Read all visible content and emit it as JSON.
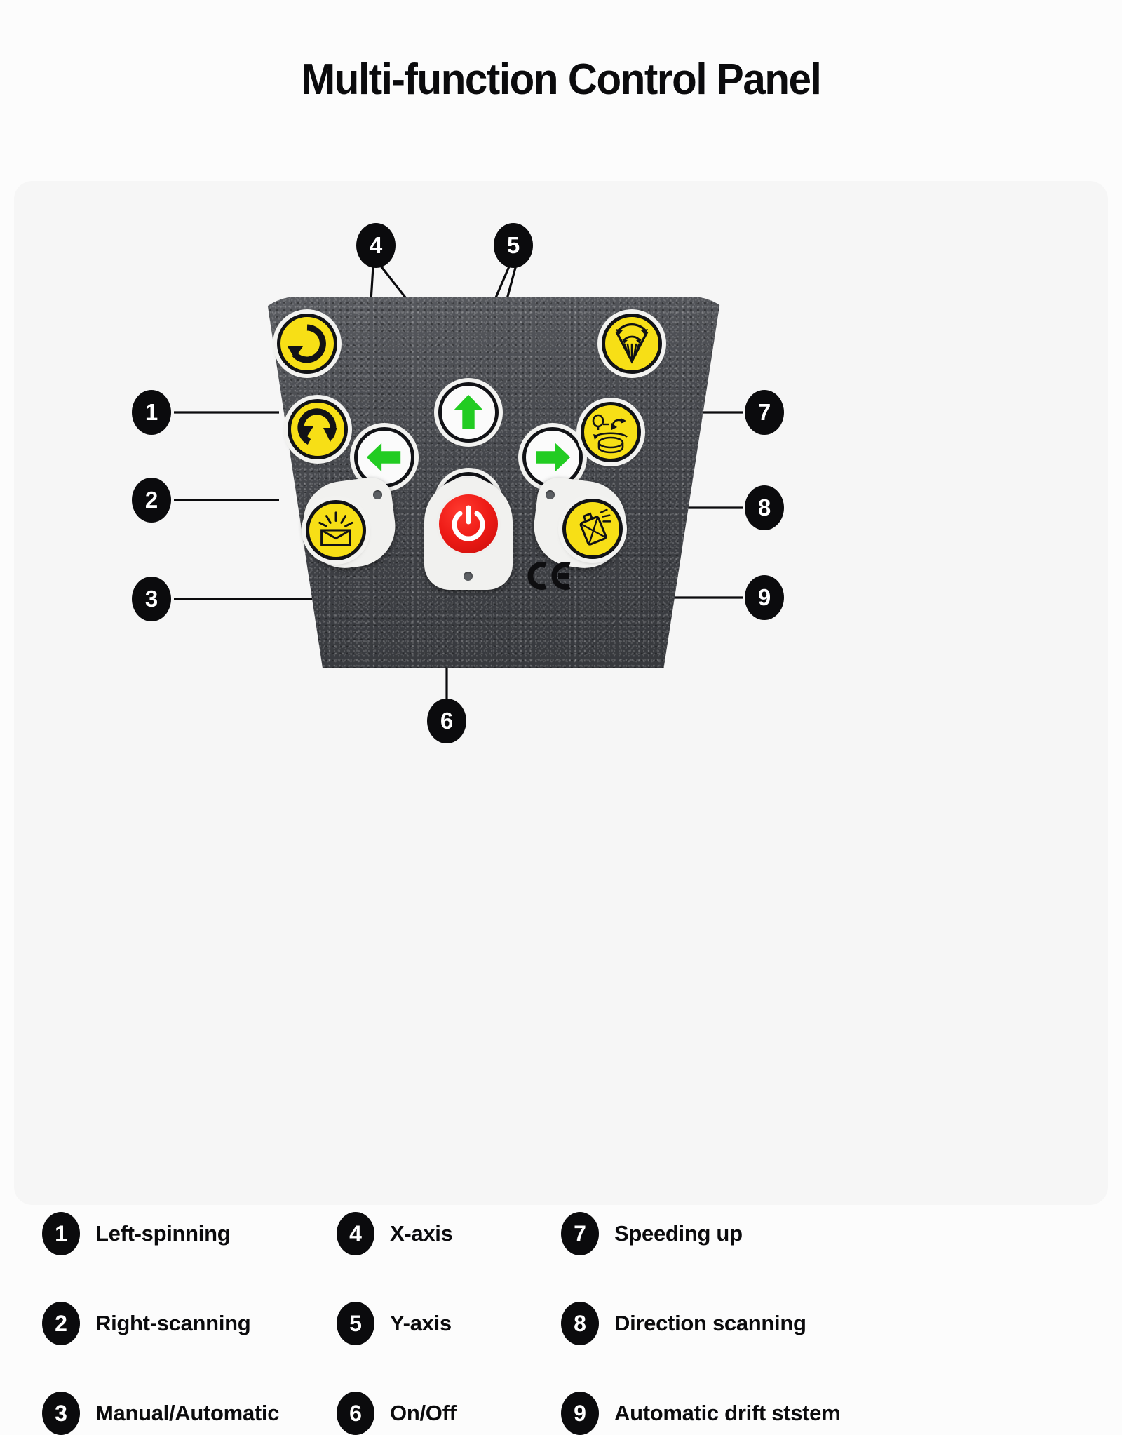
{
  "page": {
    "title": "Multi-function Control Panel",
    "background_color": "#FCFCFC",
    "card_color": "#F6F6F6"
  },
  "colors": {
    "badge": "#0B0B0D",
    "button_yellow": "#F7DF16",
    "button_white": "#FBFBFB",
    "arrow_green": "#22CC22",
    "power_red": "#EE1B16",
    "panel_dark": "#45474C"
  },
  "panel": {
    "ce_mark": "CE",
    "buttons": [
      {
        "ref": "1",
        "name": "left-spinning-button",
        "icon": "rotate-counter-clockwise-icon",
        "style": "yellow"
      },
      {
        "ref": "2",
        "name": "right-scanning-button",
        "icon": "rotate-clockwise-icon",
        "style": "yellow"
      },
      {
        "ref": "3",
        "name": "manual-automatic-button",
        "icon": "manual-automatic-icon",
        "style": "yellow-pad"
      },
      {
        "ref": "4a",
        "name": "x-axis-left-button",
        "icon": "arrow-left-icon",
        "style": "white"
      },
      {
        "ref": "4b",
        "name": "x-axis-right-button",
        "icon": "arrow-right-icon",
        "style": "white"
      },
      {
        "ref": "5a",
        "name": "y-axis-up-button",
        "icon": "arrow-up-icon",
        "style": "white"
      },
      {
        "ref": "5b",
        "name": "y-axis-down-button",
        "icon": "arrow-down-icon",
        "style": "white"
      },
      {
        "ref": "6",
        "name": "power-button",
        "icon": "power-icon",
        "style": "red-pad"
      },
      {
        "ref": "7",
        "name": "speeding-up-button",
        "icon": "spray-fan-speed-icon",
        "style": "yellow"
      },
      {
        "ref": "8",
        "name": "direction-scanning-button",
        "icon": "direction-scanning-icon",
        "style": "yellow"
      },
      {
        "ref": "9",
        "name": "automatic-drift-button",
        "icon": "drift-sprayer-icon",
        "style": "yellow-pad"
      }
    ],
    "callouts": [
      {
        "number": "1"
      },
      {
        "number": "2"
      },
      {
        "number": "3"
      },
      {
        "number": "4"
      },
      {
        "number": "5"
      },
      {
        "number": "6"
      },
      {
        "number": "7"
      },
      {
        "number": "8"
      },
      {
        "number": "9"
      }
    ]
  },
  "legend": {
    "columns": [
      {
        "items": [
          {
            "number": "1",
            "label": "Left-spinning"
          },
          {
            "number": "2",
            "label": "Right-scanning"
          },
          {
            "number": "3",
            "label": "Manual/Automatic"
          }
        ]
      },
      {
        "items": [
          {
            "number": "4",
            "label": "X-axis"
          },
          {
            "number": "5",
            "label": "Y-axis"
          },
          {
            "number": "6",
            "label": "On/Off"
          }
        ]
      },
      {
        "items": [
          {
            "number": "7",
            "label": "Speeding up"
          },
          {
            "number": "8",
            "label": "Direction scanning"
          },
          {
            "number": "9",
            "label": "Automatic drift ststem"
          }
        ]
      }
    ]
  }
}
